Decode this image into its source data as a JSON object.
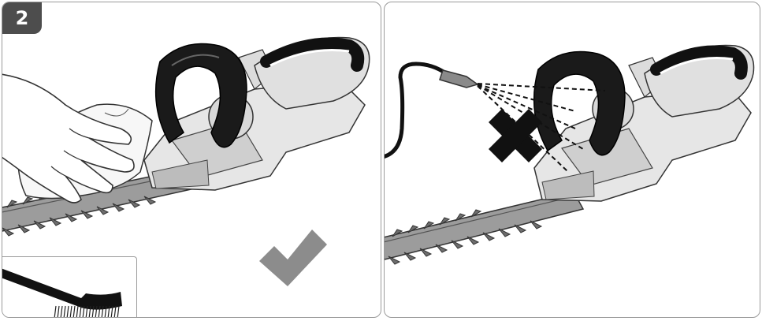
{
  "step": {
    "number": "2"
  },
  "panels": [
    {
      "id": "left",
      "icon": "check-icon",
      "verdict": "allowed",
      "accent": "#8c8c8c"
    },
    {
      "id": "right",
      "icon": "cross-icon",
      "verdict": "forbidden",
      "accent": "#111111"
    }
  ],
  "inset": {
    "icon": "brush-icon"
  }
}
